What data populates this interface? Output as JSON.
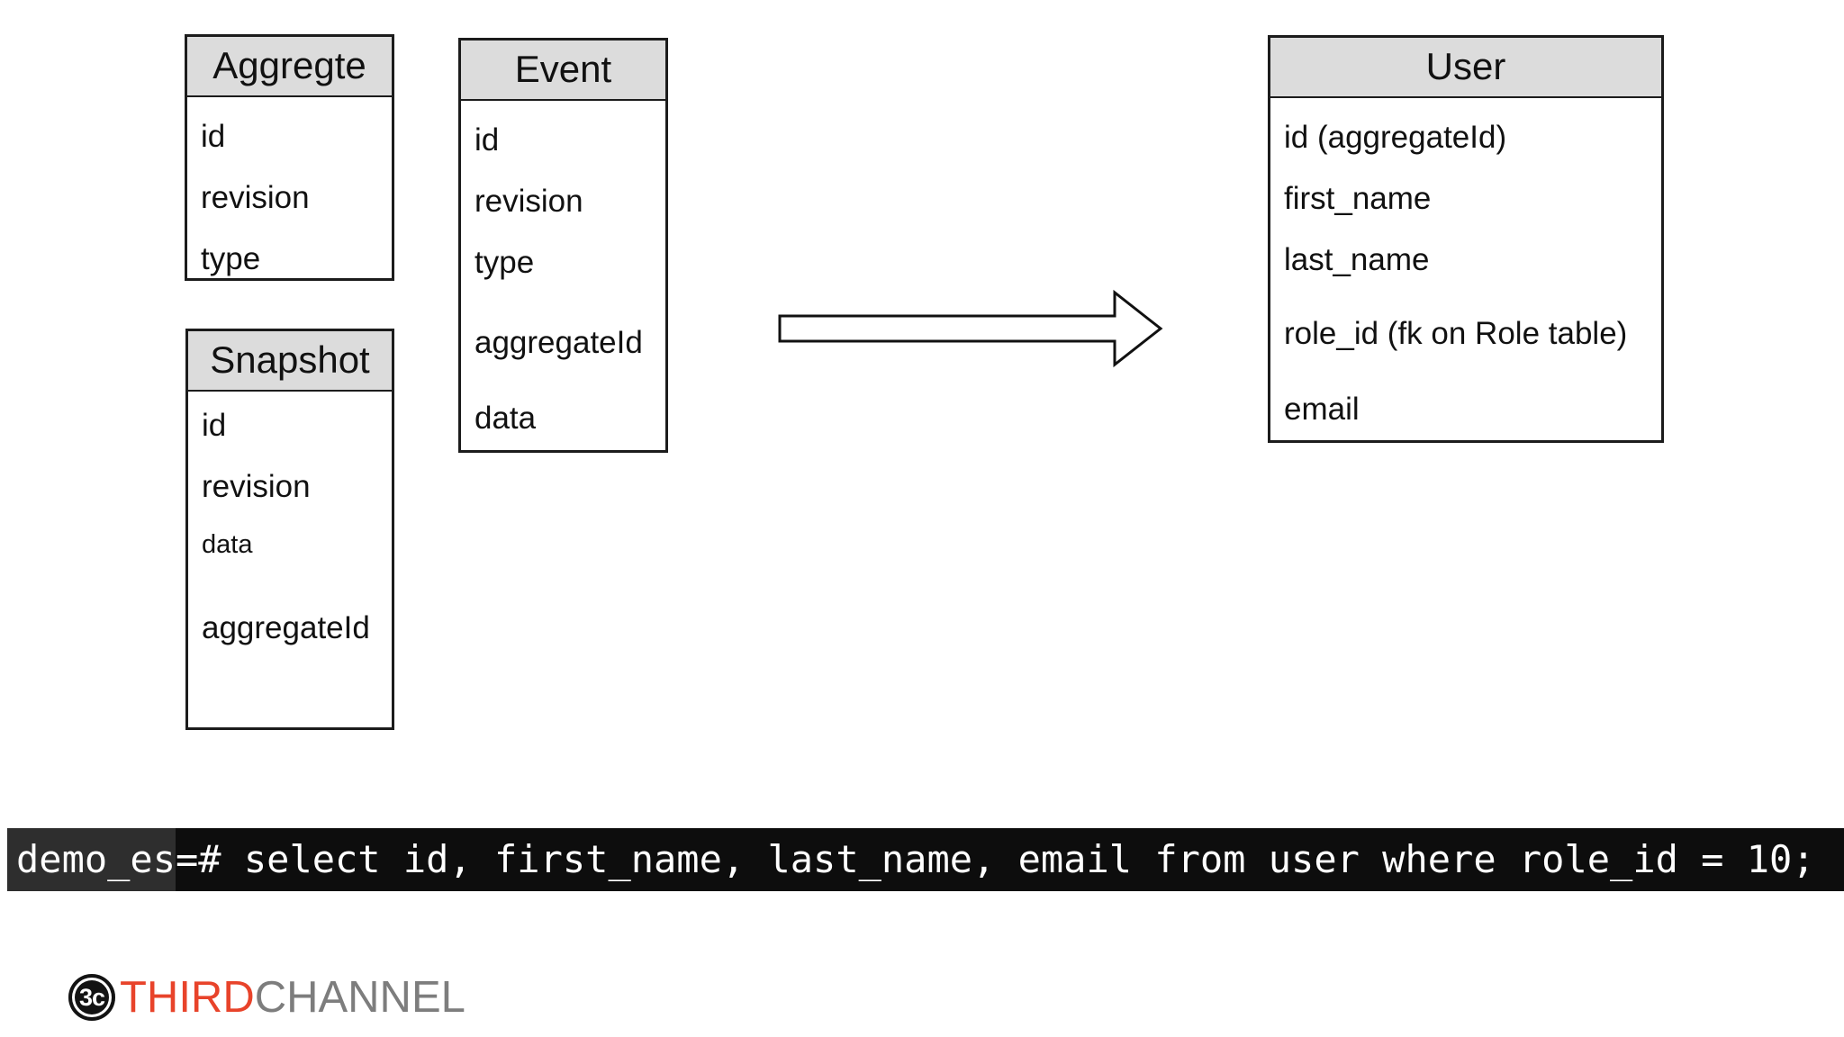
{
  "diagram": {
    "tables": [
      {
        "name": "Aggregte",
        "fields": [
          "id",
          "revision",
          "type"
        ]
      },
      {
        "name": "Event",
        "fields": [
          "id",
          "revision",
          "type",
          "aggregateId",
          "data"
        ]
      },
      {
        "name": "Snapshot",
        "fields": [
          "id",
          "revision",
          "data",
          "aggregateId"
        ]
      },
      {
        "name": "User",
        "fields": [
          "id (aggregateId)",
          "first_name",
          "last_name",
          "role_id (fk on Role table)",
          "email"
        ]
      }
    ],
    "arrow_icon": "right-arrow",
    "colors": {
      "table_header_bg": "#dcdcdc",
      "table_border": "#1c1c1c"
    }
  },
  "terminal": {
    "highlighted_prefix": "demo_es",
    "rest": "=# select id, first_name, last_name, email from user where role_id = 10;",
    "bg": "#0d0d0d",
    "highlight_bg": "#2e2e2e",
    "text_color": "#ffffff"
  },
  "footer": {
    "logo_monogram": "3c",
    "brand_part1": "THIRD",
    "brand_part2": "CHANNEL",
    "brand_part1_color": "#e8432a",
    "brand_part2_color": "#7d7d7d"
  }
}
